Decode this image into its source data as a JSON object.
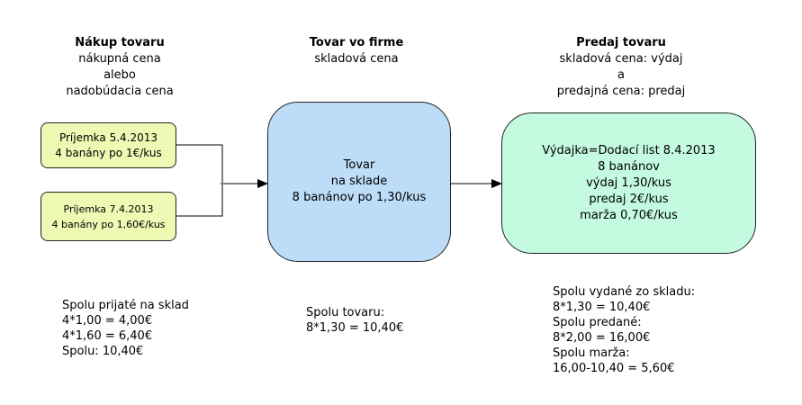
{
  "columns": {
    "purchase": {
      "title": "Nákup tovaru",
      "lines": [
        "nákupná cena",
        "alebo",
        "nadobúdacia cena"
      ]
    },
    "stock": {
      "title": "Tovar vo firme",
      "lines": [
        "skladová cena"
      ]
    },
    "sale": {
      "title": "Predaj tovaru",
      "lines": [
        "skladová cena: výdaj",
        "a",
        "predajná cena: predaj"
      ]
    }
  },
  "receipts": [
    {
      "label": "Príjemka 5.4.2013",
      "detail": "4 banány po 1€/kus"
    },
    {
      "label": "Príjemka 7.4.2013",
      "detail": "4 banány po 1,60€/kus"
    }
  ],
  "stock_box": {
    "lines": [
      "Tovar",
      "na sklade",
      "8 banánov po 1,30/kus"
    ]
  },
  "sale_box": {
    "lines": [
      "Výdajka=Dodací list 8.4.2013",
      "8 banánov",
      "výdaj 1,30/kus",
      "predaj 2€/kus",
      "marža 0,70€/kus"
    ]
  },
  "totals": {
    "purchase": [
      "Spolu prijaté na sklad",
      "4*1,00 = 4,00€",
      "4*1,60 = 6,40€",
      "Spolu:  10,40€"
    ],
    "stock": [
      "Spolu tovaru:",
      "8*1,30 = 10,40€"
    ],
    "sale": [
      "Spolu vydané zo skladu:",
      "8*1,30 = 10,40€",
      "Spolu predané:",
      "8*2,00 = 16,00€",
      "Spolu marža:",
      "16,00-10,40 = 5,60€"
    ]
  },
  "colors": {
    "receipt_fill": "#eef9b3",
    "stock_fill": "#bcdcf7",
    "sale_fill": "#c4fadf"
  }
}
